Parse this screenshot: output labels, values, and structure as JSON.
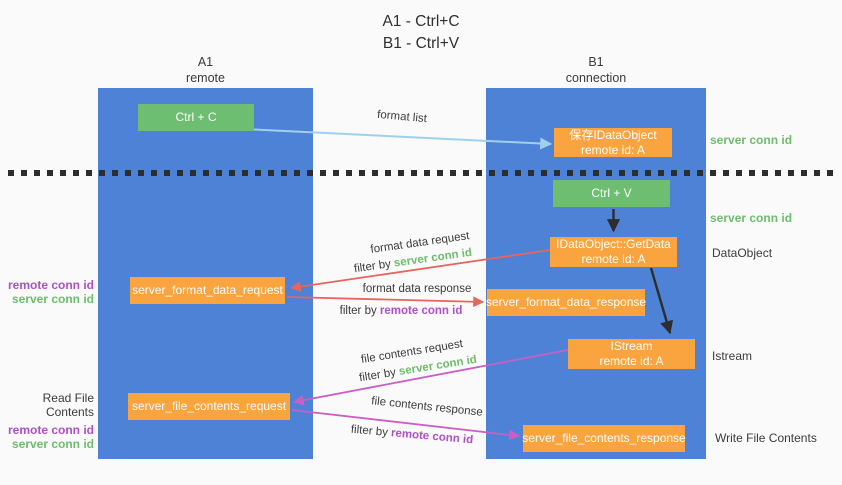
{
  "title": {
    "line1": "A1 - Ctrl+C",
    "line2": "B1 - Ctrl+V"
  },
  "columns": {
    "a1": {
      "name": "A1",
      "subtitle": "remote"
    },
    "b1": {
      "name": "B1",
      "subtitle": "connection"
    }
  },
  "boxes": {
    "ctrl_c": {
      "label": "Ctrl + C"
    },
    "save_dataobject": {
      "line1": "保存IDataObject",
      "line2": "remote id: A"
    },
    "ctrl_v": {
      "label": "Ctrl + V"
    },
    "getdata": {
      "line1": "IDataObject::GetData",
      "line2": "remote id: A"
    },
    "format_request": {
      "label": "server_format_data_request"
    },
    "format_response": {
      "label": "server_format_data_response"
    },
    "istream": {
      "line1": "IStream",
      "line2": "remote id: A"
    },
    "file_request": {
      "label": "server_file_contents_request"
    },
    "file_response": {
      "label": "server_file_contents_response"
    }
  },
  "arrows": {
    "format_list": {
      "label": "format list"
    },
    "format_data_request": {
      "label": "format data request",
      "filter_prefix": "filter by ",
      "filter_value": "server conn id"
    },
    "format_data_response": {
      "label": "format data response",
      "filter_prefix": "filter by ",
      "filter_value": "remote conn id"
    },
    "file_contents_request": {
      "label": "file contents request",
      "filter_prefix": "filter by ",
      "filter_value": "server conn id"
    },
    "file_contents_response": {
      "label": "file contents response",
      "filter_prefix": "filter by ",
      "filter_value": "remote conn id"
    }
  },
  "side_labels": {
    "left_top": {
      "remote": "remote conn id",
      "server": "server conn id"
    },
    "left_bottom": {
      "title": "Read File Contents",
      "remote": "remote conn id",
      "server": "server conn id"
    },
    "right": {
      "server_conn_1": "server conn id",
      "server_conn_2": "server conn id",
      "dataobject": "DataObject",
      "istream": "Istream",
      "write_file": "Write File Contents"
    }
  },
  "colors": {
    "column_blue": "#4d82d6",
    "box_green": "#6dbe71",
    "box_orange": "#f9a43f",
    "arrow_lightblue": "#9fd0ee",
    "arrow_red": "#e8645c",
    "arrow_magenta": "#c95fc5",
    "arrow_black": "#2d2d2d",
    "text_green": "#6dbd6d",
    "text_purple": "#b04fc9"
  }
}
